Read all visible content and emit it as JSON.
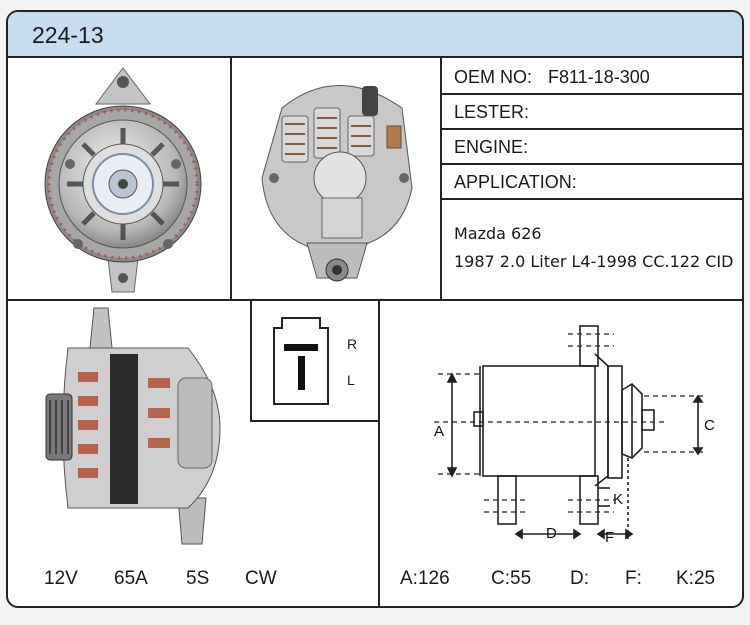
{
  "header": {
    "part_number": "224-13"
  },
  "info": {
    "oem_label": "OEM NO:",
    "oem_value": "F811-18-300",
    "lester_label": "LESTER:",
    "lester_value": "",
    "engine_label": "ENGINE:",
    "engine_value": "",
    "application_label": "APPLICATION:",
    "application_value": ""
  },
  "application": {
    "line1": "Mazda 626",
    "line2": "1987 2.0 Liter L4-1998 CC.122 CID"
  },
  "connector": {
    "pin_r": "R",
    "pin_l": "L"
  },
  "specs": {
    "voltage": "12V",
    "amperage": "65A",
    "pulley": "5S",
    "rotation": "CW"
  },
  "dimension_labels": {
    "a": "A",
    "c": "C",
    "d": "D",
    "f": "F",
    "k": "K"
  },
  "dimensions": {
    "a": "A:126",
    "c": "C:55",
    "d": "D:",
    "f": "F:",
    "k": "K:25"
  },
  "icons": [
    "alternator-front-image",
    "alternator-rear-image",
    "alternator-side-image",
    "connector-diagram",
    "dimension-diagram"
  ]
}
